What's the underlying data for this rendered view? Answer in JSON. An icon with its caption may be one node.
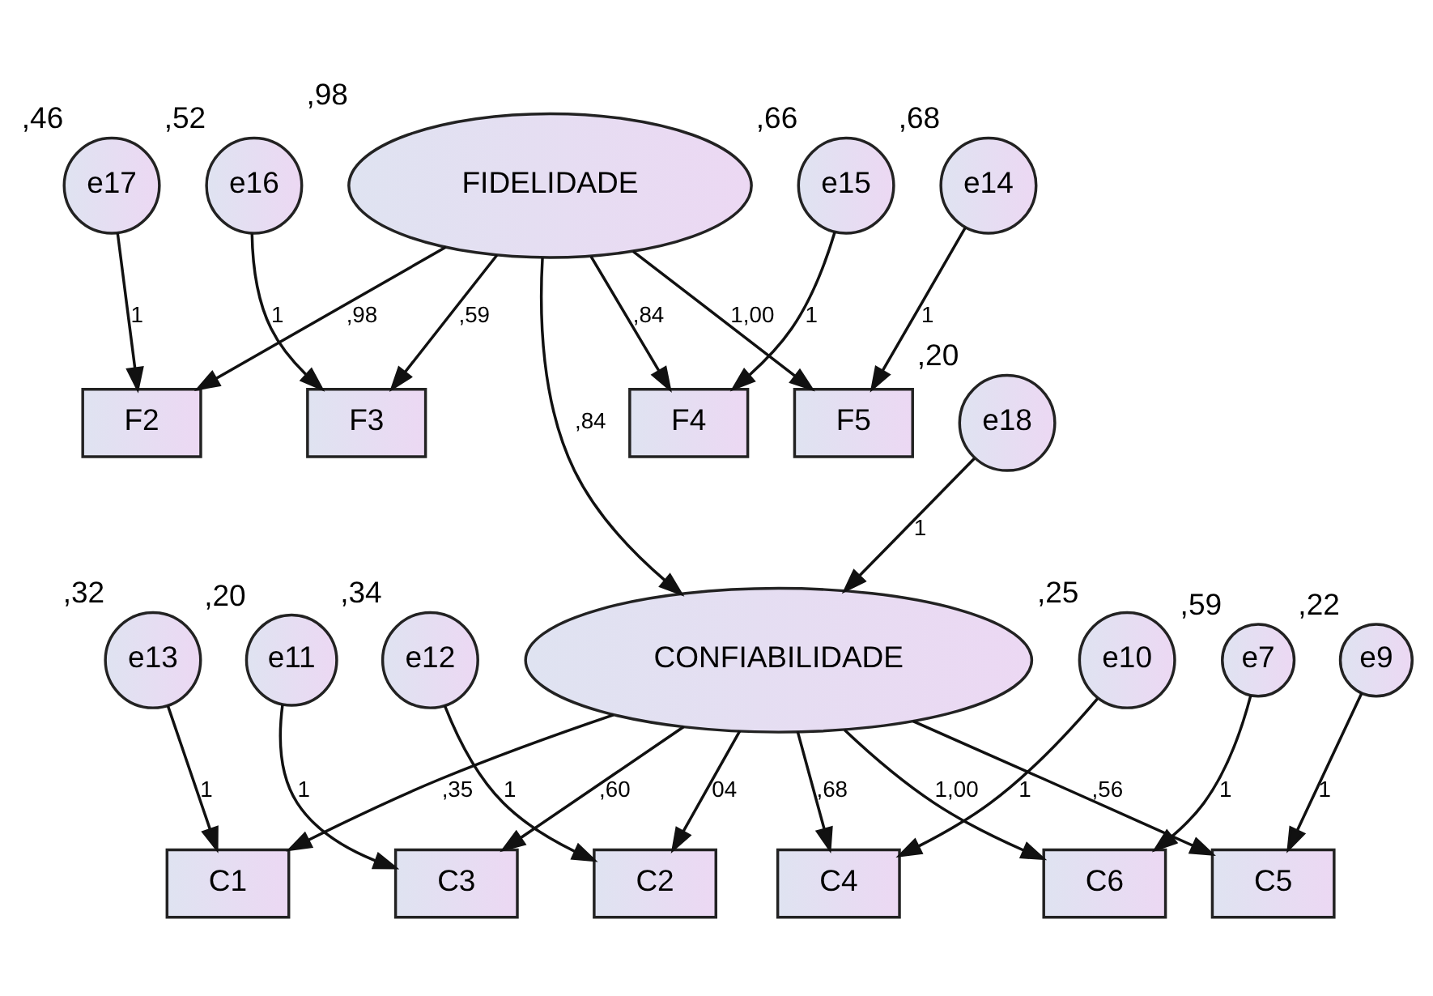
{
  "diagram": {
    "nodes": [
      {
        "text": [
          "e17"
        ],
        "beside": [
          ",46"
        ]
      },
      {
        "text": [
          "e16"
        ],
        "beside": [
          ",52"
        ]
      },
      {
        "text": [
          "e15"
        ],
        "beside": [
          ",66"
        ]
      },
      {
        "text": [
          "e14"
        ],
        "beside": [
          ",68"
        ]
      },
      {
        "text": [
          "F2"
        ]
      },
      {
        "text": [
          "F3"
        ]
      },
      {
        "text": [
          "F4"
        ]
      },
      {
        "text": [
          "F5"
        ]
      },
      {
        "text": [
          "FIDELIDADE"
        ],
        "beside": [
          ",98"
        ]
      },
      {
        "text": [
          "e18"
        ],
        "beside": [
          ",20"
        ]
      },
      {
        "text": [
          "CONFIABILIDADE"
        ]
      },
      {
        "text": [
          "C1"
        ]
      },
      {
        "text": [
          "C2"
        ]
      },
      {
        "text": [
          "C3"
        ]
      },
      {
        "text": [
          "C4"
        ]
      },
      {
        "text": [
          "C5"
        ]
      },
      {
        "text": [
          "C6"
        ]
      },
      {
        "text": [
          "e13"
        ],
        "beside": [
          ",32"
        ]
      },
      {
        "text": [
          "e12"
        ],
        "beside": [
          ",34"
        ]
      },
      {
        "text": [
          "e11"
        ],
        "beside": [
          ",20"
        ]
      },
      {
        "text": [
          "e10"
        ],
        "beside": [
          ",25"
        ]
      },
      {
        "text": [
          "e9"
        ],
        "beside": [
          ",22"
        ]
      },
      {
        "text": [
          "e7"
        ],
        "beside": [
          ",59"
        ]
      }
    ],
    "edges": [
      {
        "from": 0,
        "to": 4,
        "arrow": "to",
        "label": "1"
      },
      {
        "from": 1,
        "to": 5,
        "arrow": "to",
        "label": "1"
      },
      {
        "from": 2,
        "to": 6,
        "arrow": "to",
        "label": "1"
      },
      {
        "from": 3,
        "to": 7,
        "arrow": "to",
        "label": "1"
      },
      {
        "from": 8,
        "to": 4,
        "arrow": "to",
        "label": ",98"
      },
      {
        "from": 8,
        "to": 5,
        "arrow": "to",
        "label": ",59"
      },
      {
        "from": 8,
        "to": 6,
        "arrow": "to",
        "label": ",84"
      },
      {
        "from": 8,
        "to": 7,
        "arrow": "to",
        "label": "1,00"
      },
      {
        "from": 8,
        "to": 10,
        "arrow": "to",
        "label": ",84"
      },
      {
        "from": 9,
        "to": 10,
        "arrow": "to",
        "label": "1"
      },
      {
        "from": 10,
        "to": 11,
        "arrow": "to",
        "label": ",35"
      },
      {
        "from": 10,
        "to": 12,
        "arrow": "to",
        "label": "04"
      },
      {
        "from": 10,
        "to": 13,
        "arrow": "to",
        "label": ",60"
      },
      {
        "from": 10,
        "to": 14,
        "arrow": "to",
        "label": ",68"
      },
      {
        "from": 10,
        "to": 15,
        "arrow": "to",
        "label": ",56"
      },
      {
        "from": 10,
        "to": 16,
        "arrow": "to",
        "label": "1,00"
      },
      {
        "from": 17,
        "to": 11,
        "arrow": "to",
        "label": "1"
      },
      {
        "from": 18,
        "to": 12,
        "arrow": "to",
        "label": "1"
      },
      {
        "from": 19,
        "to": 13,
        "arrow": "to",
        "label": "1"
      },
      {
        "from": 20,
        "to": 14,
        "arrow": "to",
        "label": "1"
      },
      {
        "from": 21,
        "to": 15,
        "arrow": "to",
        "label": "1"
      },
      {
        "from": 22,
        "to": 16,
        "arrow": "to",
        "label": "1"
      }
    ]
  }
}
